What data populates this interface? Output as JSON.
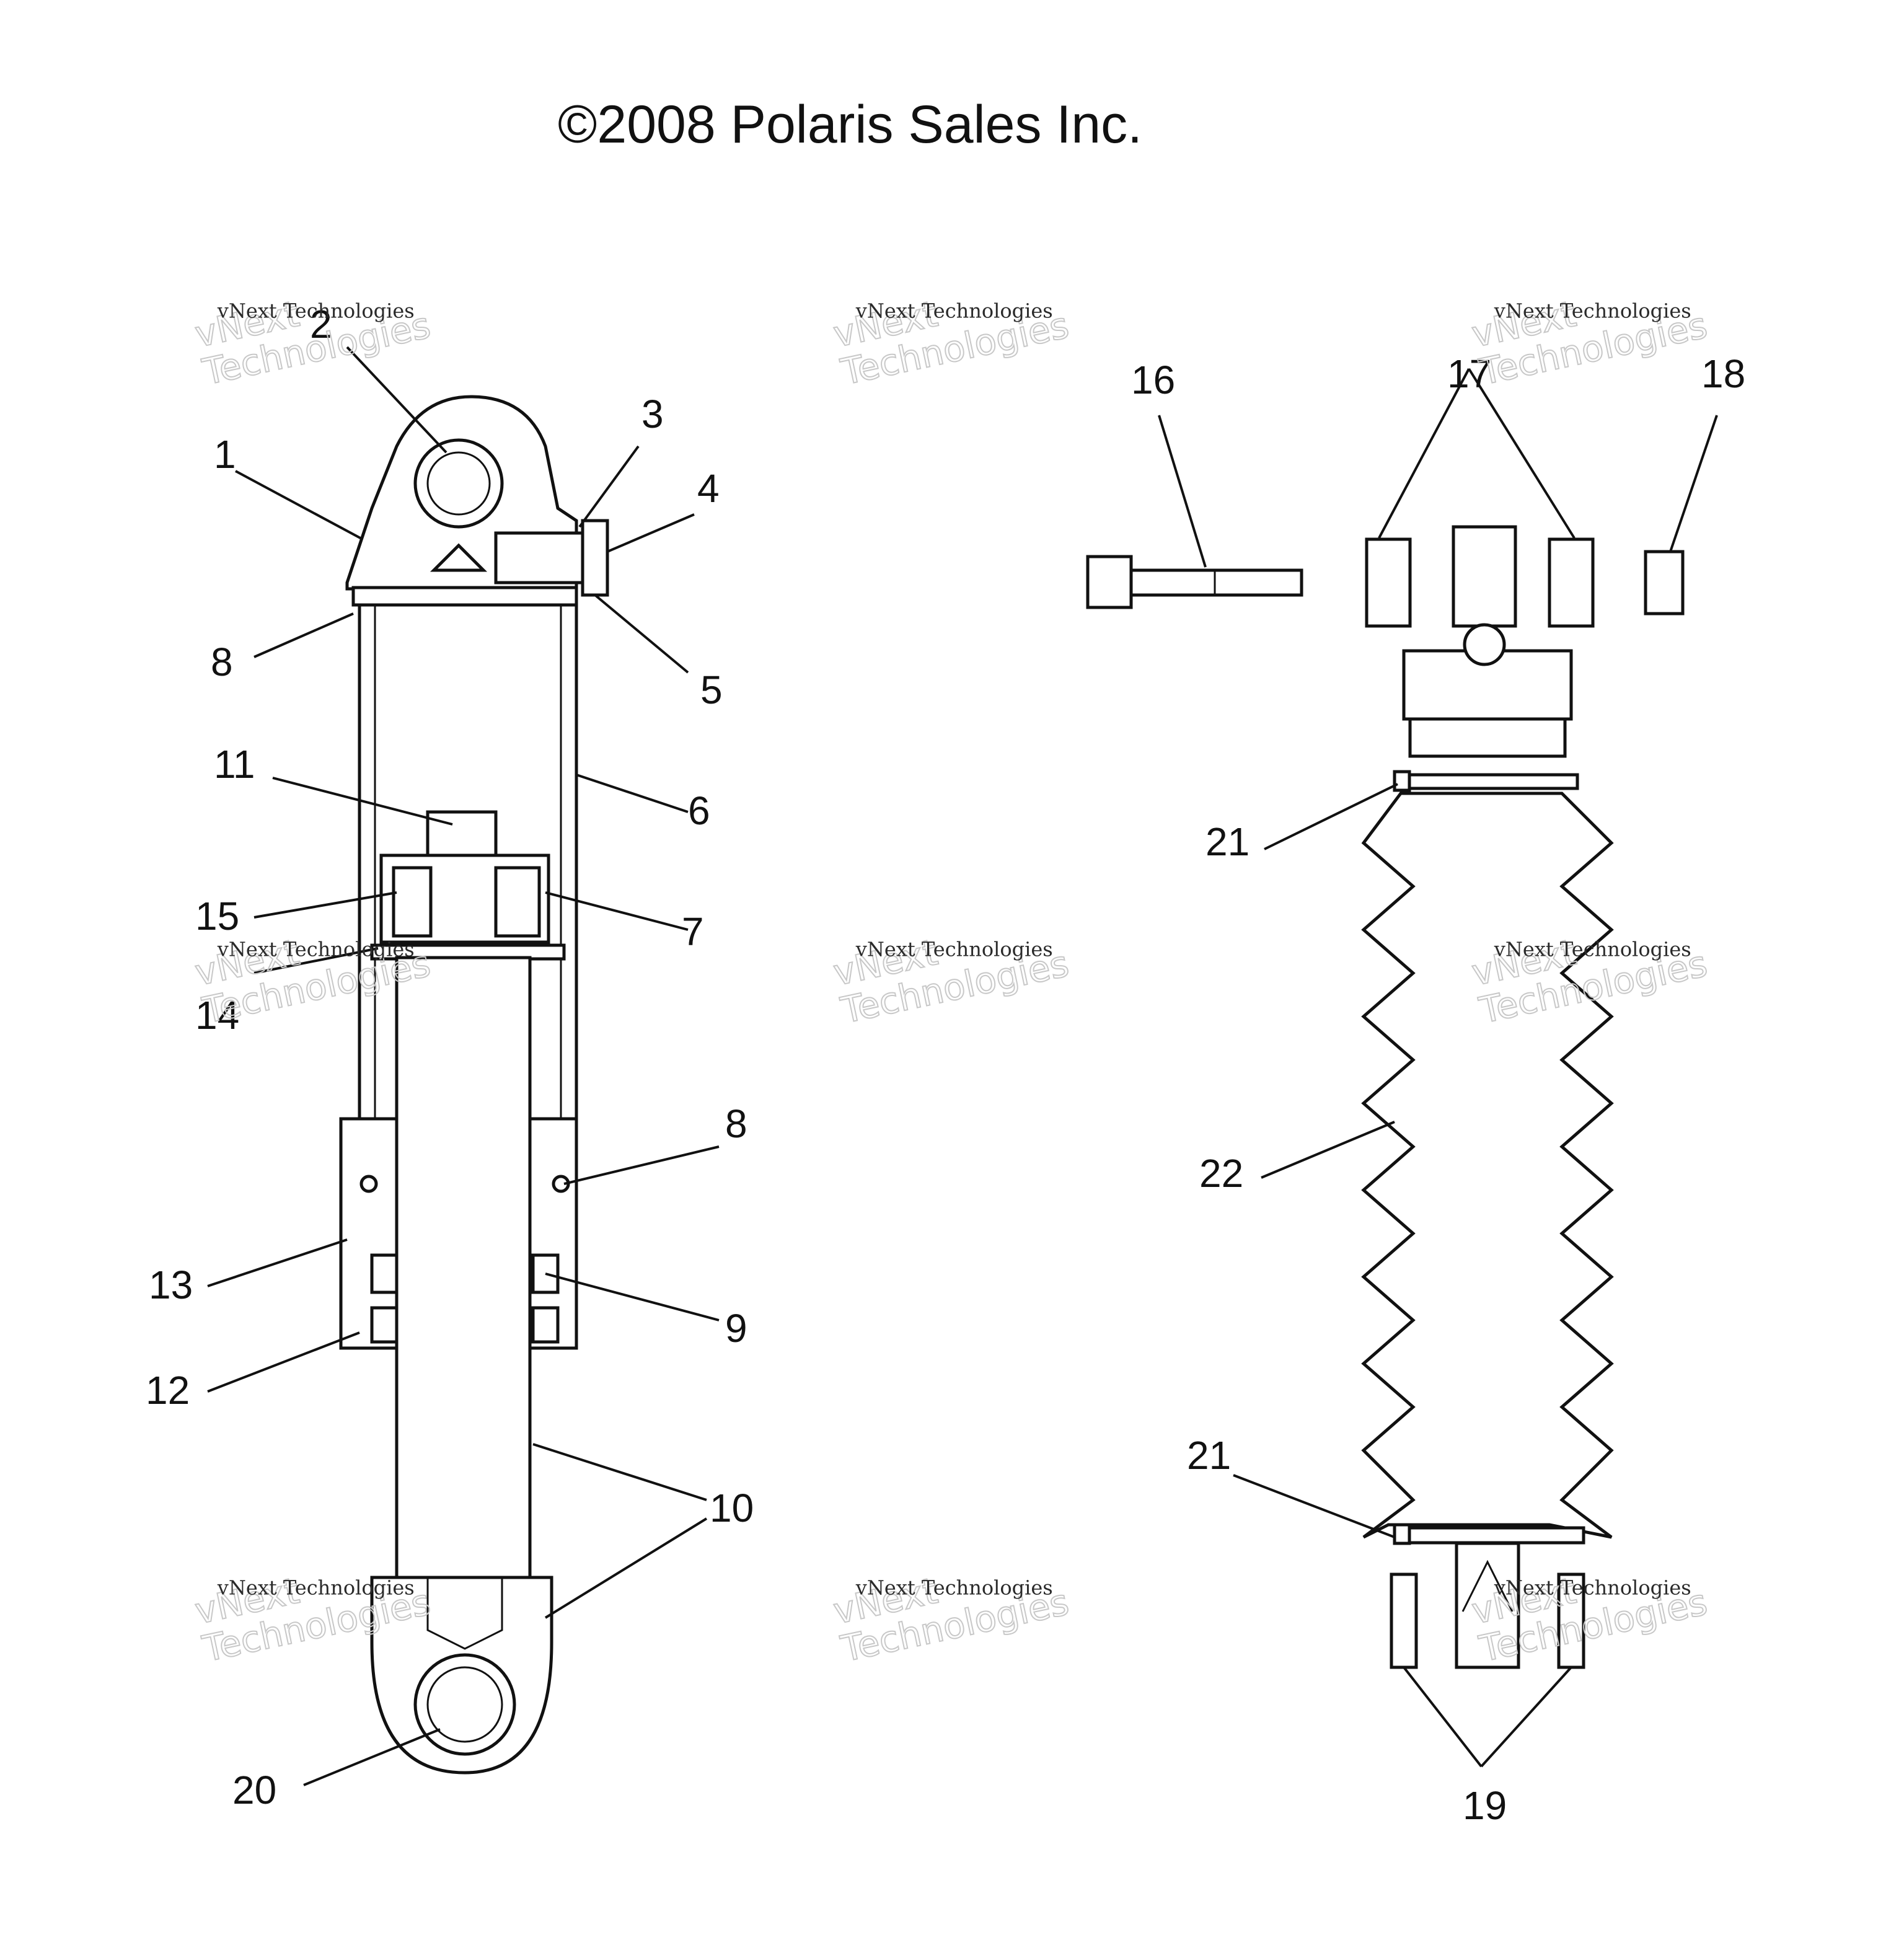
{
  "copyright": "©2008 Polaris Sales Inc.",
  "watermark": {
    "line1": "vNext Technologies",
    "line2": "vNext\nTechnologies"
  },
  "callouts": {
    "c1": "1",
    "c2": "2",
    "c3": "3",
    "c4": "4",
    "c5": "5",
    "c6": "6",
    "c7": "7",
    "c8a": "8",
    "c8b": "8",
    "c9": "9",
    "c10": "10",
    "c11": "11",
    "c12": "12",
    "c13": "13",
    "c14": "14",
    "c15": "15",
    "c16": "16",
    "c17": "17",
    "c18": "18",
    "c19": "19",
    "c20": "20",
    "c21a": "21",
    "c21b": "21",
    "c22": "22"
  }
}
